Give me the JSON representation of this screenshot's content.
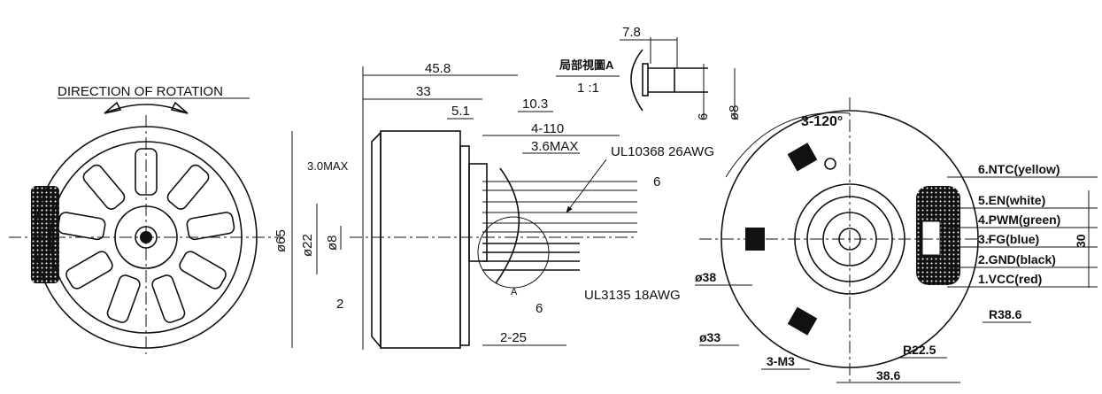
{
  "left_view": {
    "title": "DIRECTION OF ROTATION"
  },
  "detail_view": {
    "title": "局部視圖A",
    "scale": "1 :1",
    "dim_length": "7.8",
    "dim_6": "6",
    "dim_dia8": "ø8"
  },
  "side_view": {
    "dim_45_8": "45.8",
    "dim_33": "33",
    "dim_5_1": "5.1",
    "dim_10_3": "10.3",
    "dim_4_110": "4-110",
    "dim_3_6max": "3.6MAX",
    "dim_3_0max": "3.0MAX",
    "dim_dia65": "ø65",
    "dim_dia22": "ø22",
    "dim_dia8": "ø8",
    "dim_2": "2",
    "dim_6_top": "6",
    "dim_6_bottom": "6",
    "dim_2_25": "2-25",
    "detail_marker": "A",
    "wire_signal": "UL10368 26AWG",
    "wire_power": "UL3135 18AWG"
  },
  "rear_view": {
    "dim_3_120": "3-120°",
    "dim_dia38": "ø38",
    "dim_dia33": "ø33",
    "dim_3_m3": "3-M3",
    "dim_r22_5": "R22.5",
    "dim_r38_6": "R38.6",
    "dim_38_6": "38.6",
    "dim_30": "30",
    "pins": [
      "6.NTC(yellow)",
      "5.EN(white)",
      "4.PWM(green)",
      "3.FG(blue)",
      "2.GND(black)",
      "1.VCC(red)"
    ]
  }
}
